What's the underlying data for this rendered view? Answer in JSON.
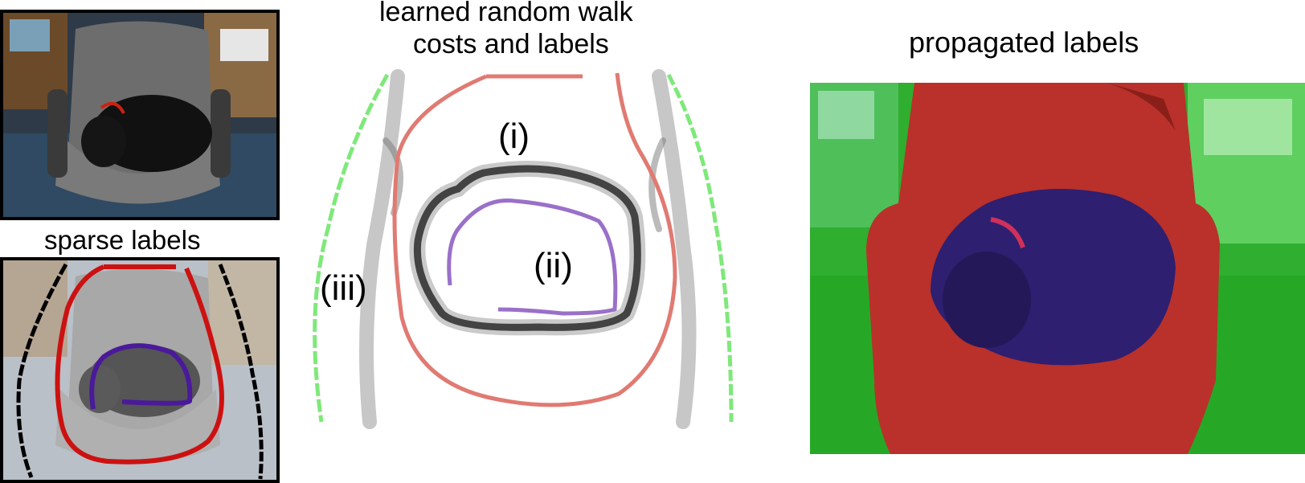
{
  "labels": {
    "sparse_labels": "sparse labels",
    "learned_title_line1": "learned random walk",
    "learned_title_line2": "costs and labels",
    "propagated_labels": "propagated labels",
    "region_i": "(i)",
    "region_ii": "(ii)",
    "region_iii": "(iii)"
  },
  "colors": {
    "frame": "#000000",
    "label_red": "#cc1111",
    "label_purple": "#4a1a9a",
    "label_black": "#000000",
    "cost_red": "#e07a72",
    "cost_purple": "#9a70c8",
    "cost_green": "#7fe87a",
    "overlay_red": "#b9312a",
    "overlay_green": "#2fae2f",
    "overlay_purple": "#2e1f70"
  },
  "icons": {
    "photo_original": "dog-on-office-chair-photo",
    "photo_sparse": "dog-on-chair-with-scribbles",
    "photo_propagated": "dog-on-chair-segmented"
  }
}
